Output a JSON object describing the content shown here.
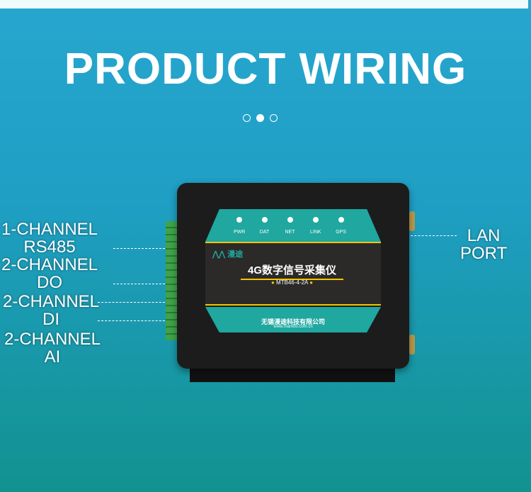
{
  "title": "PRODUCT WIRING",
  "carousel": {
    "count": 3,
    "active": 1
  },
  "labels": {
    "rs485": [
      "1-CHANNEL",
      "RS485"
    ],
    "do": [
      "2-CHANNEL",
      "DO"
    ],
    "di": [
      "2-CHANNEL",
      "DI"
    ],
    "ai": [
      "2-CHANNEL",
      "AI"
    ],
    "lan": [
      "LAN",
      "PORT"
    ]
  },
  "device": {
    "leds": [
      "PWR",
      "DAT",
      "NET",
      "LINK",
      "GPS"
    ],
    "brand": "漫途",
    "product_name": "4G数字信号采集仪",
    "model": "MTB46-4-2A",
    "company": "无锡漫途科技有限公司",
    "website": "www.mantoo.com.cn"
  },
  "colors": {
    "accent": "#1fa7a0",
    "stripe": "#f2c500"
  }
}
